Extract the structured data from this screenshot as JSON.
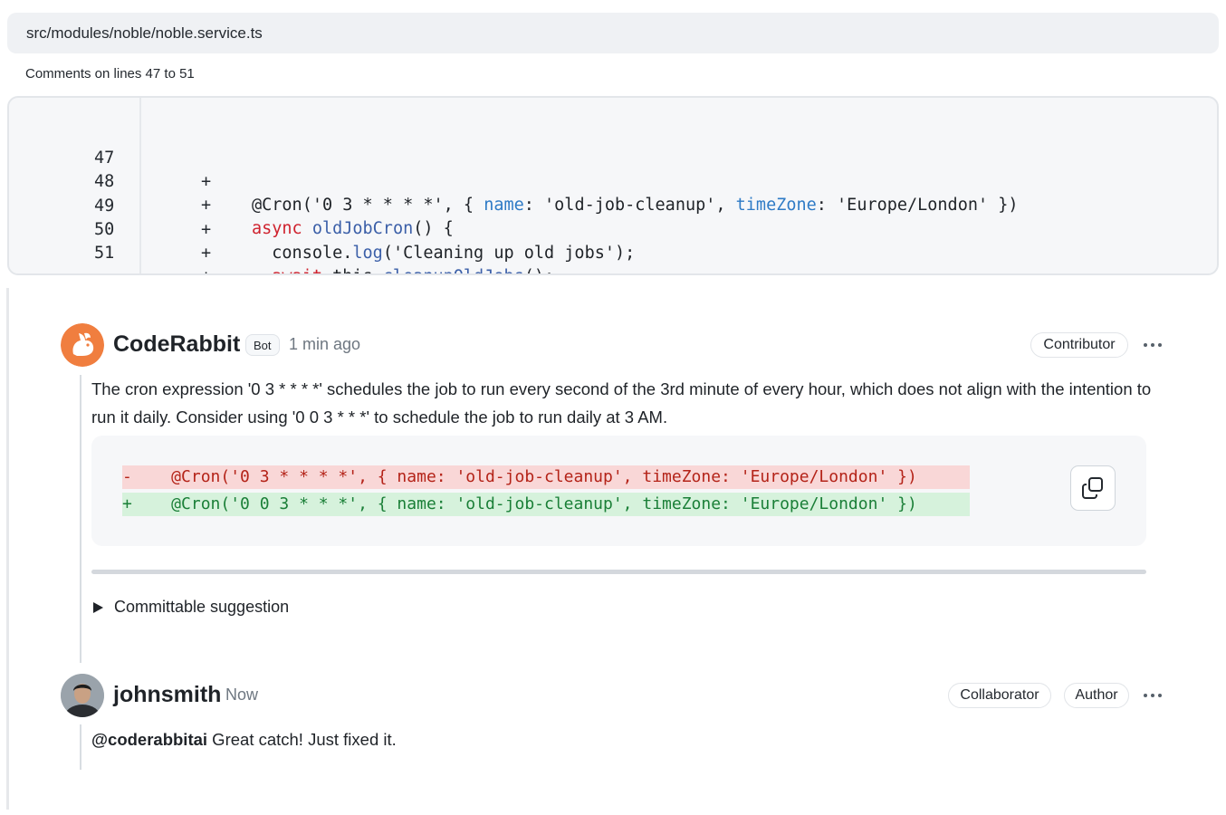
{
  "file": {
    "path": "src/modules/noble/noble.service.ts"
  },
  "comments_range": "Comments on lines 47 to 51",
  "code": {
    "lines": [
      {
        "number": "47",
        "marker": "+"
      },
      {
        "number": "48",
        "marker": "+"
      },
      {
        "number": "49",
        "marker": "+"
      },
      {
        "number": "50",
        "marker": "+"
      },
      {
        "number": "51",
        "marker": "+"
      }
    ],
    "tokens": {
      "l47_a": "@Cron('0 3 * * * *', { ",
      "l47_name": "name",
      "l47_b": ": 'old-job-cleanup', ",
      "l47_tz": "timeZone",
      "l47_c": ": 'Europe/London' })",
      "l48_kw": "async",
      "l48_fn": "oldJobCron",
      "l48_rest": "() {",
      "l49_a": "  console.",
      "l49_fn": "log",
      "l49_b": "('Cleaning up old jobs');",
      "l50_kw": "  await",
      "l50_a": " this.",
      "l50_fn": "cleanupOldJobs",
      "l50_b": "();",
      "l51": "}"
    }
  },
  "comments": [
    {
      "author": "CodeRabbit",
      "bot_label": "Bot",
      "time": "1 min ago",
      "role": "Contributor",
      "body": "The cron expression '0 3 * * * *' schedules the job to run every second of the 3rd minute of every hour, which does not align with the intention to run it daily. Consider using '0 0 3 * * *' to schedule the job to run daily at 3 AM.",
      "suggestion": {
        "removed": "-    @Cron('0 3 * * * *', { name: 'old-job-cleanup', timeZone: 'Europe/London' })",
        "added": "+    @Cron('0 0 3 * * *', { name: 'old-job-cleanup', timeZone: 'Europe/London' })"
      },
      "committable_label": "Committable suggestion"
    },
    {
      "author": "johnsmith",
      "time": "Now",
      "roles": [
        "Collaborator",
        "Author"
      ],
      "mention": "@coderabbitai",
      "body": " Great catch! Just fixed it."
    }
  ],
  "colors": {
    "keyword": "#cf222e",
    "function": "#3b5fa8",
    "property": "#2f7bc6",
    "diff_removed_bg": "#f9d7d7",
    "diff_added_bg": "#d6f2dc",
    "coderabbit_orange": "#f07e3f"
  },
  "icons": [
    "coderabbit-logo-icon",
    "user-avatar-icon",
    "copy-icon",
    "more-options-icon",
    "expand-triangle-icon"
  ]
}
